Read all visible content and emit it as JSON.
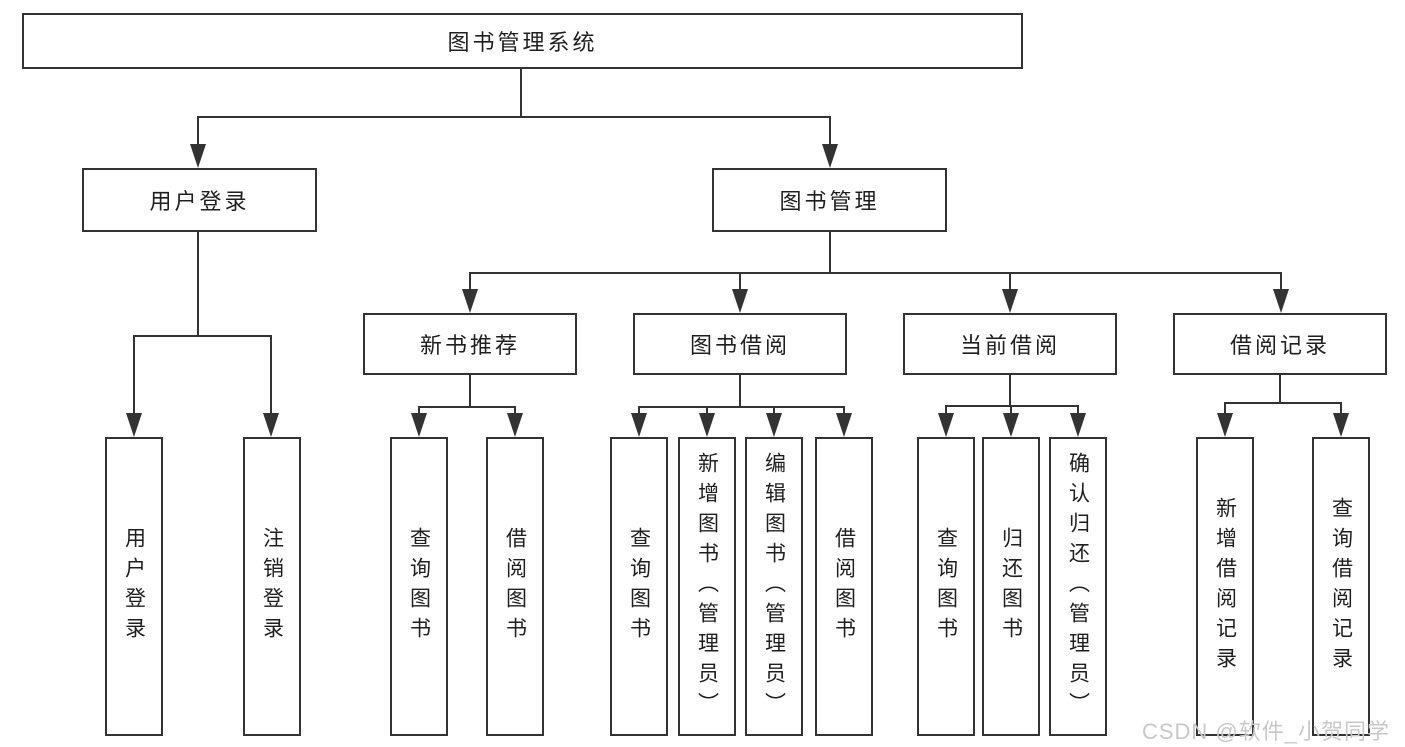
{
  "colors": {
    "background": "#ffffff",
    "line": "#333333",
    "box_border": "#333333",
    "text": "#1f1f1f",
    "watermark": "#c8c8c8"
  },
  "root": {
    "label": "图书管理系统"
  },
  "branches": {
    "user_login": {
      "label": "用户登录",
      "children": {
        "login": {
          "label": "用户登录"
        },
        "logout": {
          "label": "注销登录"
        }
      }
    },
    "book_management": {
      "label": "图书管理",
      "children": {
        "new_book_recommend": {
          "label": "新书推荐",
          "children": {
            "query_book": {
              "label": "查询图书"
            },
            "borrow_book": {
              "label": "借阅图书"
            }
          }
        },
        "book_borrowing": {
          "label": "图书借阅",
          "children": {
            "query_book": {
              "label": "查询图书"
            },
            "add_book": {
              "label": "新增图书（管理员）"
            },
            "edit_book": {
              "label": "编辑图书（管理员）"
            },
            "borrow_book": {
              "label": "借阅图书"
            }
          }
        },
        "current_borrowing": {
          "label": "当前借阅",
          "children": {
            "query_book": {
              "label": "查询图书"
            },
            "return_book": {
              "label": "归还图书"
            },
            "confirm_return": {
              "label": "确认归还（管理员）"
            }
          }
        },
        "borrow_records": {
          "label": "借阅记录",
          "children": {
            "add_record": {
              "label": "新增借阅记录"
            },
            "query_record": {
              "label": "查询借阅记录"
            }
          }
        }
      }
    }
  },
  "watermark": {
    "text": "CSDN @软件_小贺同学"
  }
}
